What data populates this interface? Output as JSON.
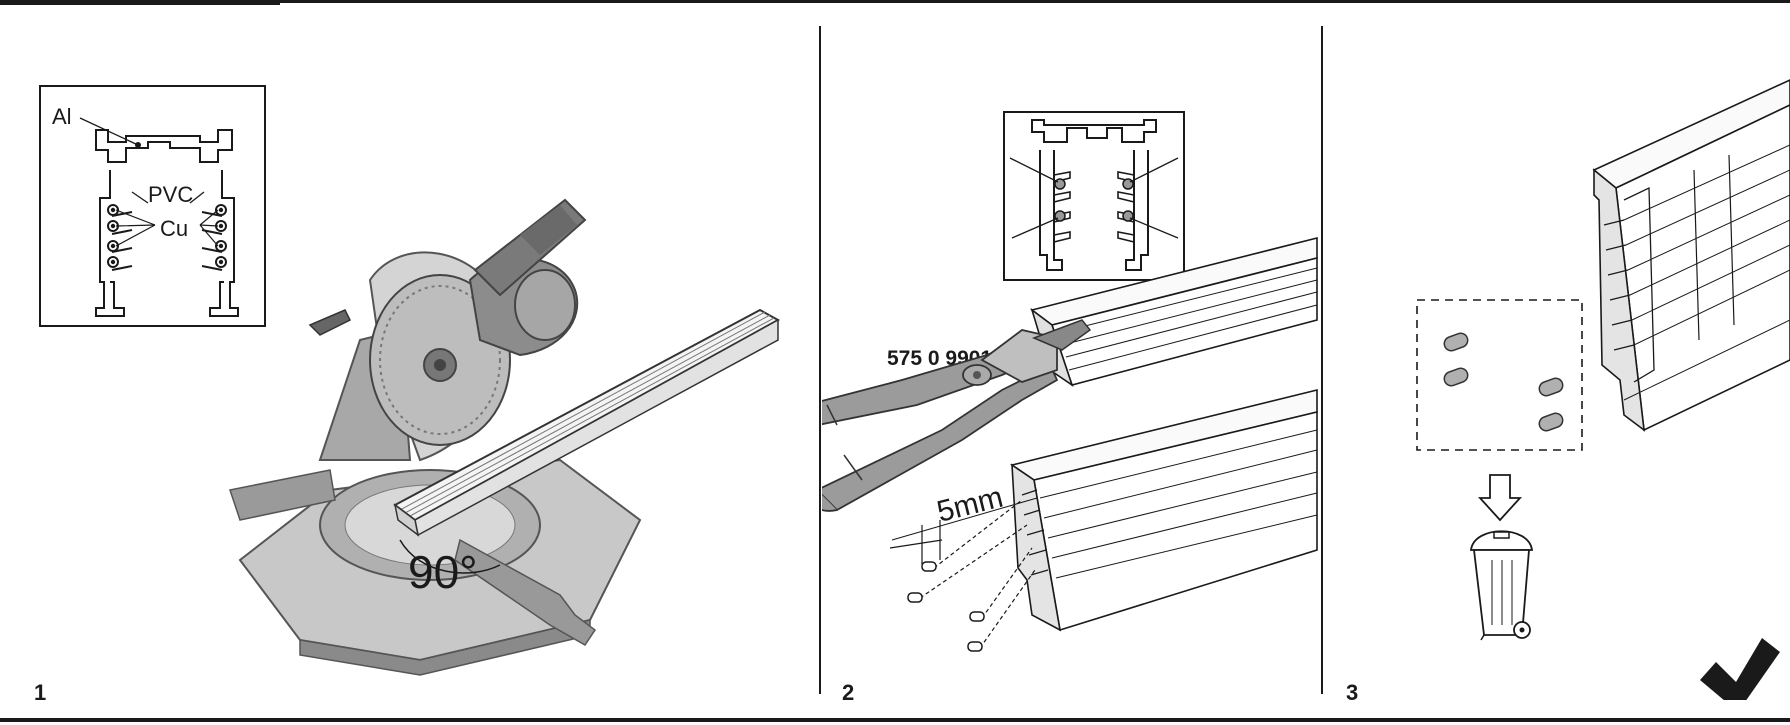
{
  "steps": [
    {
      "number": "1",
      "labels": {
        "material_al": "Al",
        "material_pvc": "PVC",
        "material_cu": "Cu",
        "angle": "90°"
      }
    },
    {
      "number": "2",
      "labels": {
        "tool_part_number": "575 0 9901",
        "strip_length": "5mm"
      }
    },
    {
      "number": "3",
      "labels": {}
    }
  ],
  "icons": [
    "miter-saw-icon",
    "pliers-tool-icon",
    "track-profile-icon",
    "waste-bin-icon",
    "arrow-down-icon",
    "checkmark-icon"
  ]
}
